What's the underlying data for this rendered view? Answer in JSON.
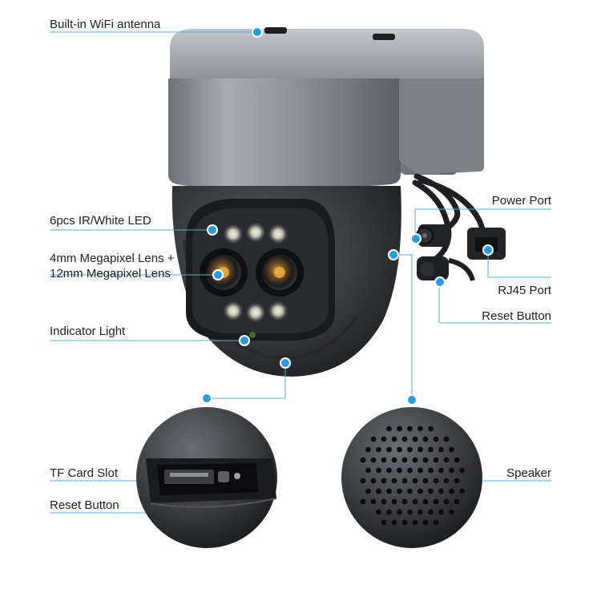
{
  "labels": {
    "wifi_antenna": "Built-in WiFi antenna",
    "led": "6pcs IR/White LED",
    "lens_line1": "4mm Megapixel Lens +",
    "lens_line2": "12mm Megapixel Lens",
    "indicator": "Indicator Light",
    "power_port": "Power Port",
    "rj45_port": "RJ45 Port",
    "reset_button_cable": "Reset Button",
    "tf_card": "TF Card Slot",
    "reset_button_slot": "Reset Button",
    "speaker": "Speaker"
  },
  "colors": {
    "callout_line": "#5aaed8",
    "callout_dot": "#2b9be0",
    "housing_top": "#9a9ea4",
    "body_dark": "#3a3c40"
  }
}
